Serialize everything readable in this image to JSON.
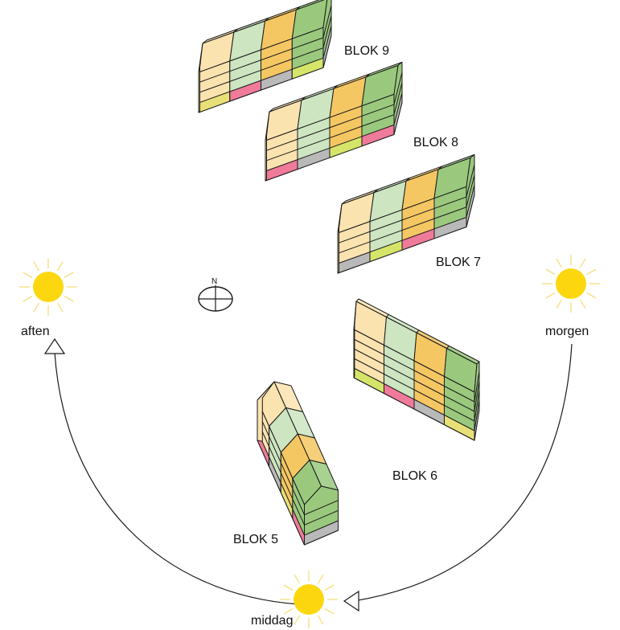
{
  "blocks": [
    {
      "id": "blok9",
      "label": "BLOK 9"
    },
    {
      "id": "blok8",
      "label": "BLOK 8"
    },
    {
      "id": "blok7",
      "label": "BLOK 7"
    },
    {
      "id": "blok6",
      "label": "BLOK 6"
    },
    {
      "id": "blok5",
      "label": "BLOK 5"
    }
  ],
  "sun": {
    "morning": "morgen",
    "noon": "middag",
    "evening": "aften"
  },
  "compass": {
    "north": "N"
  },
  "colors": {
    "unit_a": "#fbe3b0",
    "unit_b": "#cde5c0",
    "unit_c": "#f5c763",
    "unit_d": "#9ac97e",
    "ground_yellow": "#e8e077",
    "ground_lime": "#d6e56a",
    "ground_pink": "#f07a9a",
    "ground_gray": "#b9b9b9",
    "sun": "#fcd70f",
    "sun_rays": "#f5df7e",
    "outline": "#1a1a1a"
  },
  "icons": [
    "sun-icon",
    "compass-icon",
    "arrowhead-icon"
  ]
}
